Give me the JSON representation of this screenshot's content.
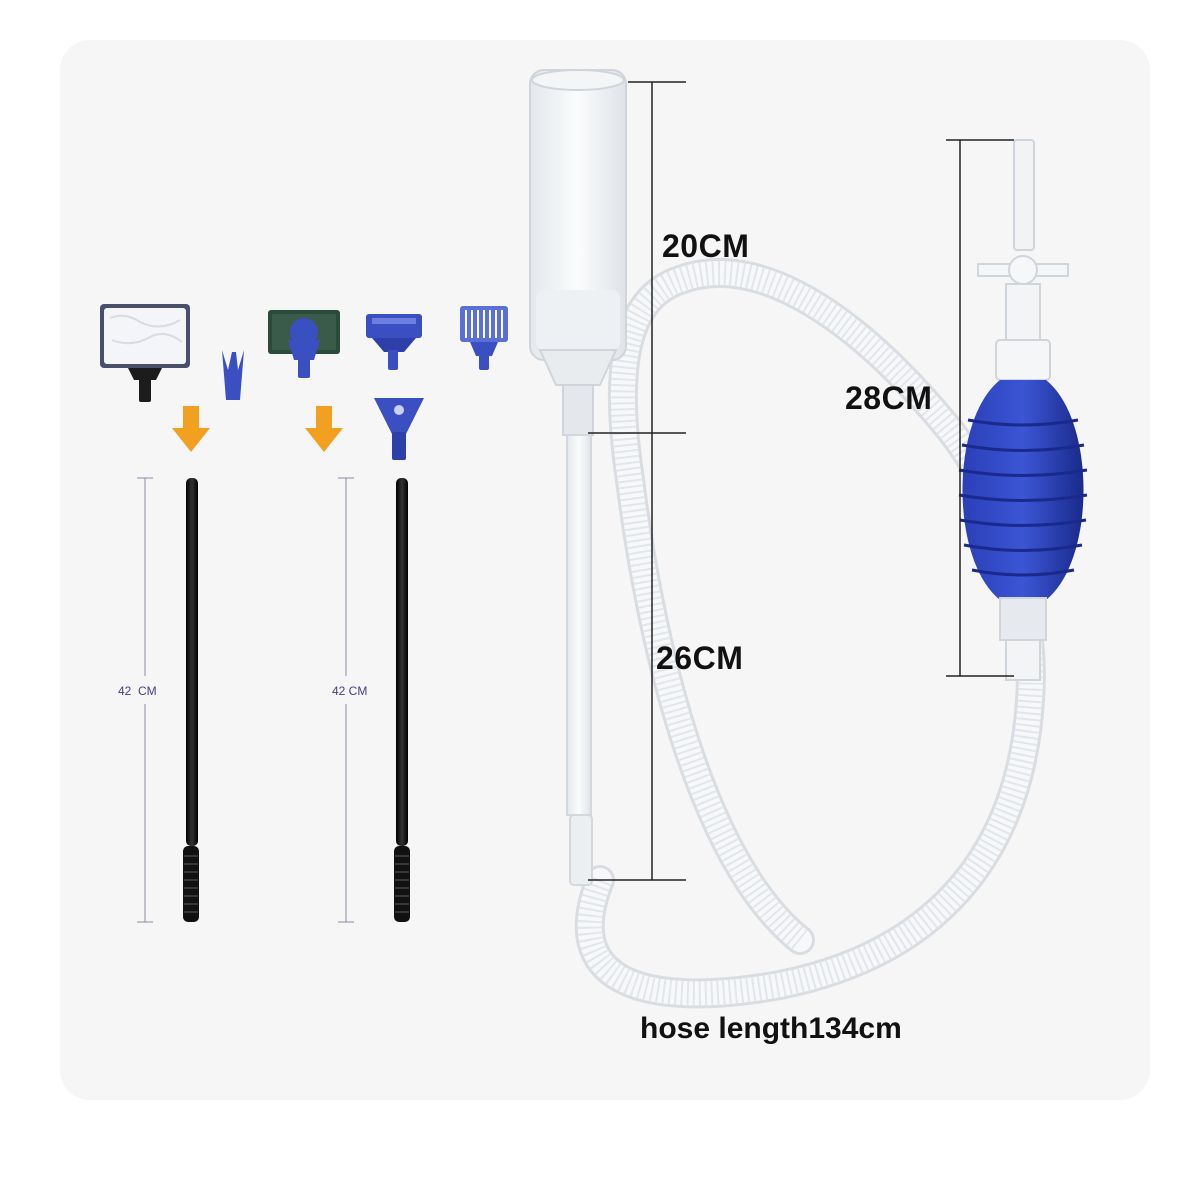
{
  "dimensions": {
    "tube_top": "20CM",
    "tube_bottom": "26CM",
    "pump": "28CM",
    "rod_left": "42  CM",
    "rod_right": "42 CM"
  },
  "caption": "hose length134cm",
  "colors": {
    "background": "#f5f5f5",
    "accent_blue": "#3a4fc2",
    "bulb_blue": "#1f35a8",
    "arrow_orange": "#f2a020",
    "rod_black": "#151515",
    "dimension_line": "#222222",
    "hose": "#f0f0f0"
  },
  "items": [
    {
      "name": "sponge-scraper-head"
    },
    {
      "name": "fork-connector"
    },
    {
      "name": "algae-scraper-head"
    },
    {
      "name": "blade-scraper-head"
    },
    {
      "name": "comb-rake-head"
    },
    {
      "name": "gravel-scoop-head"
    },
    {
      "name": "extension-rod-left"
    },
    {
      "name": "extension-rod-right"
    },
    {
      "name": "siphon-tube"
    },
    {
      "name": "hose"
    },
    {
      "name": "squeeze-bulb-pump"
    }
  ]
}
